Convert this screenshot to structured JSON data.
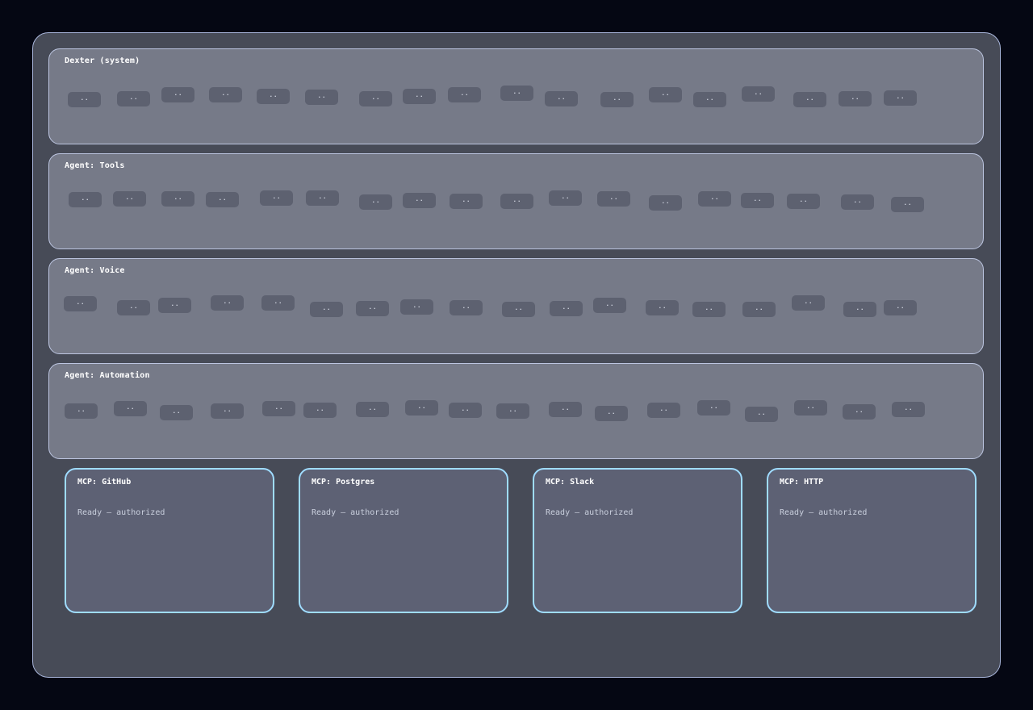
{
  "panels": [
    {
      "title": "Dexter (system)",
      "chips": [
        "..",
        "..",
        "..",
        "..",
        "..",
        "..",
        "..",
        "..",
        "..",
        "..",
        "..",
        "..",
        "..",
        "..",
        "..",
        "..",
        "..",
        ".."
      ]
    },
    {
      "title": "Agent: Tools",
      "chips": [
        "..",
        "..",
        "..",
        "..",
        "..",
        "..",
        "..",
        "..",
        "..",
        "..",
        "..",
        "..",
        "..",
        "..",
        "..",
        "..",
        "..",
        ".."
      ]
    },
    {
      "title": "Agent: Voice",
      "chips": [
        "..",
        "..",
        "..",
        "..",
        "..",
        "..",
        "..",
        "..",
        "..",
        "..",
        "..",
        "..",
        "..",
        "..",
        "..",
        "..",
        "..",
        ".."
      ]
    },
    {
      "title": "Agent: Automation",
      "chips": [
        "..",
        "..",
        "..",
        "..",
        "..",
        "..",
        "..",
        "..",
        "..",
        "..",
        "..",
        "..",
        "..",
        "..",
        "..",
        "..",
        "..",
        ".."
      ]
    }
  ],
  "mcp": [
    {
      "title": "MCP: GitHub",
      "status": "Ready – authorized"
    },
    {
      "title": "MCP: Postgres",
      "status": "Ready – authorized"
    },
    {
      "title": "MCP: Slack",
      "status": "Ready – authorized"
    },
    {
      "title": "MCP: HTTP",
      "status": "Ready – authorized"
    }
  ],
  "colors": {
    "background": "#050713",
    "frame": "#474b57",
    "panel": "#767a88",
    "chip": "#5d6170",
    "mcp_card": "#5d6174",
    "mcp_border": "#9fdcff"
  }
}
